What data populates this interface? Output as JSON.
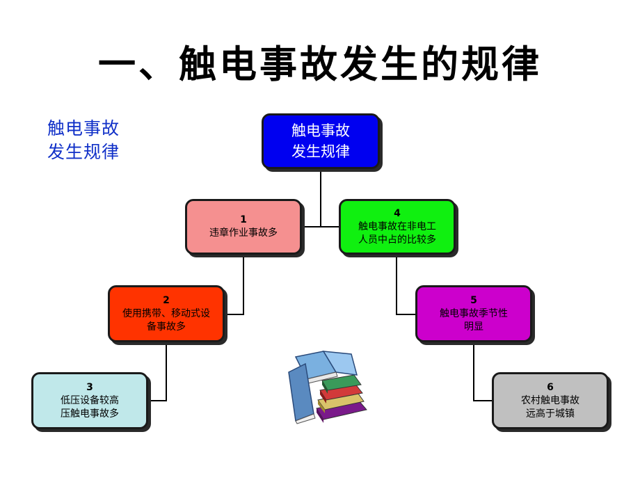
{
  "title": "一、触电事故发生的规律",
  "side_label": {
    "line1": "触电事故",
    "line2": "发生规律"
  },
  "root": {
    "line1": "触电事故",
    "line2": "发生规律"
  },
  "nodes": [
    {
      "num": "1",
      "line1": "违章作业事故多",
      "line2": ""
    },
    {
      "num": "2",
      "line1": "使用携带、移动式设",
      "line2": "备事故多"
    },
    {
      "num": "3",
      "line1": "低压设备较高",
      "line2": "压触电事故多"
    },
    {
      "num": "4",
      "line1": "触电事故在非电工",
      "line2": "人员中占的比较多"
    },
    {
      "num": "5",
      "line1": "触电事故季节性",
      "line2": "明显"
    },
    {
      "num": "6",
      "line1": "农村触电事故",
      "line2": "远高于城镇"
    }
  ],
  "colors": {
    "title": "#000000",
    "side_label": "#1030c8",
    "root": "#0000f0",
    "node1": "#f59090",
    "node2": "#ff3300",
    "node3": "#c0e8ea",
    "node4": "#10f010",
    "node5": "#cc00cc",
    "node6": "#c0c0c0"
  },
  "icons": {
    "decoration": "stacked-books-icon"
  }
}
